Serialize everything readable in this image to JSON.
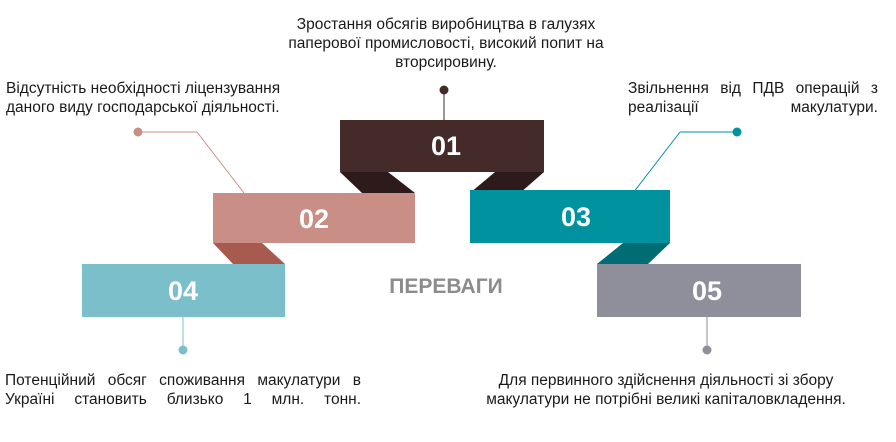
{
  "center_label": "ПЕРЕВАГИ",
  "colors": {
    "b01": "#452a2a",
    "b01_dark": "#2e1a1a",
    "b02": "#c98f86",
    "b02_dark": "#a85a4e",
    "b03": "#00939f",
    "b03_dark": "#006d75",
    "b04": "#7abfc9",
    "b05": "#8f8f9b",
    "center_text": "#8c8c8c"
  },
  "items": [
    {
      "number": "01",
      "text": "Зростання обсягів виробництва в галузях паперової промисловості, високий попит на вторсировину."
    },
    {
      "number": "02",
      "text": "Відсутність необхідності ліцензування даного виду господарської діяльності."
    },
    {
      "number": "03",
      "text": "Звільнення від ПДВ операцій з реалізації макулатури."
    },
    {
      "number": "04",
      "text": "Потенційний обсяг споживання макулатури в Україні становить близько 1 млн. тонн."
    },
    {
      "number": "05",
      "text": "Для первинного здійснення діяльності зі збору макулатури не потрібні великі капіталовкладення."
    }
  ]
}
